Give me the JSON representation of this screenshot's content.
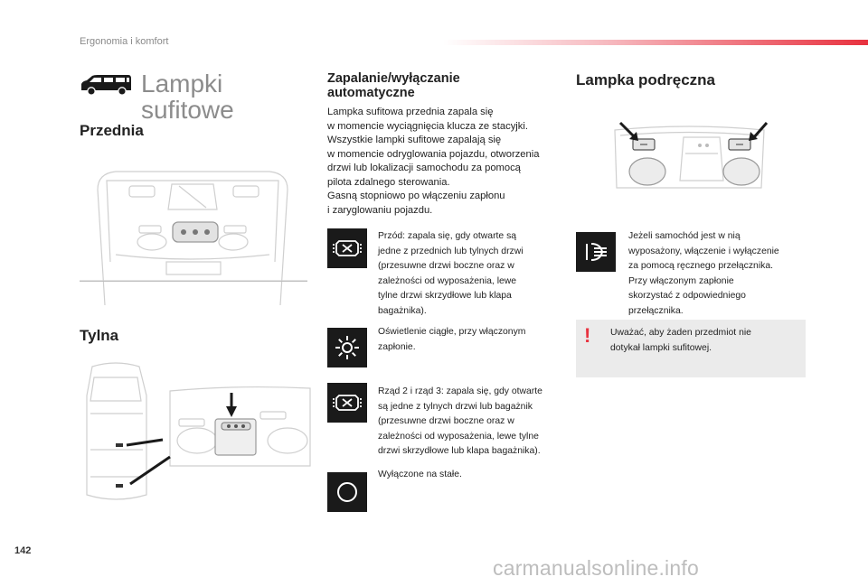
{
  "header": {
    "section": "Ergonomia i komfort",
    "page_number": "142"
  },
  "title": {
    "line1": "Lampki",
    "line2": "sufitowe"
  },
  "front": {
    "heading": "Przednia"
  },
  "rear": {
    "heading": "Tylna"
  },
  "auto": {
    "heading_line1": "Zapalanie/wyłączanie",
    "heading_line2": "automatyczne",
    "text": "Lampka sufitowa przednia zapala się\nw momencie wyciągnięcia klucza ze stacyjki.\nWszystkie lampki sufitowe zapalają się\nw momencie odryglowania pojazdu, otworzenia\ndrzwi lub lokalizacji samochodu za pomocą\npilota zdalnego sterowania.\nGasną stopniowo po włączeniu zapłonu\ni zaryglowaniu pojazdu."
  },
  "modes": [
    {
      "icon": "door-lamp-icon",
      "text": "Przód: zapala się, gdy otwarte są\njedne z przednich lub tylnych drzwi\n(przesuwne drzwi boczne oraz w\nzależności od wyposażenia, lewe\ntylne drzwi skrzydłowe lub klapa\nbagażnika)."
    },
    {
      "icon": "sun-lamp-icon",
      "text": "Oświetlenie ciągłe, przy włączonym\nzapłonie."
    },
    {
      "icon": "door-lamp-icon",
      "text": "Rząd 2 i rząd 3: zapala się, gdy otwarte\nsą jedne z tylnych drzwi lub bagażnik\n(przesuwne drzwi boczne oraz w\nzależności od wyposażenia, lewe tylne\ndrzwi skrzydłowe lub klapa bagażnika)."
    },
    {
      "icon": "circle-off-icon",
      "text": "Wyłączone na stałe."
    }
  ],
  "reading": {
    "heading": "Lampka podręczna",
    "icon": "reading-lamp-icon",
    "text": "Jeżeli samochód jest w nią\nwyposażony, włączenie i wyłączenie\nza pomocą ręcznego przełącznika.\nPrzy włączonym zapłonie\nskorzystać z odpowiedniego\nprzełącznika.",
    "warning": "Uważać, aby żaden przedmiot nie\ndotykał lampki sufitowej.",
    "warning_mark": "!"
  },
  "watermark": "carmanualsonline.info"
}
